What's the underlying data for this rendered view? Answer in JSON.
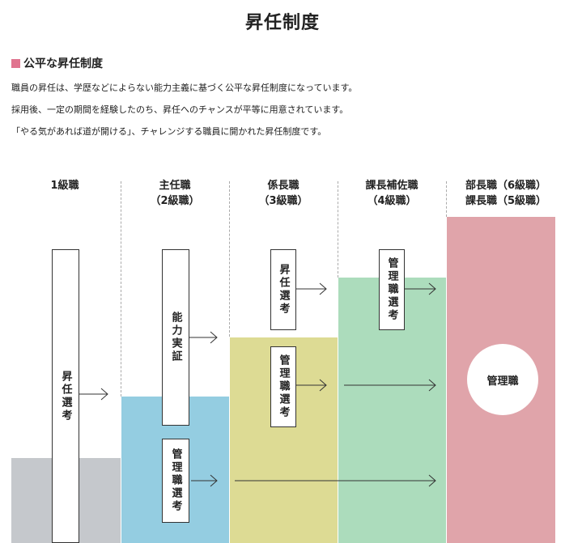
{
  "title": "昇任制度",
  "section": {
    "heading": "公平な昇任制度",
    "marker_color": "#e0748f",
    "paragraphs": [
      "職員の昇任は、学歴などによらない能力主義に基づく公平な昇任制度になっています。",
      "採用後、一定の期間を経験したのち、昇任へのチャンスが平等に用意されています。",
      "「やる気があれば道が開ける」、チャレンジする職員に開かれた昇任制度です。"
    ]
  },
  "diagram": {
    "columns": [
      {
        "line1": "1級職",
        "line2": ""
      },
      {
        "line1": "主任職",
        "line2": "（2級職）"
      },
      {
        "line1": "係長職",
        "line2": "（3級職）"
      },
      {
        "line1": "課長補佐職",
        "line2": "（4級職）"
      },
      {
        "line1": "部長職（6級職）",
        "line2": "課長職（5級職）"
      }
    ],
    "colors": {
      "grade1": "#c5c8cc",
      "grade2": "#94cde1",
      "grade3": "#dddb94",
      "grade4": "#acdcbc",
      "grade5": "#e0a4aa"
    },
    "boxes": {
      "promotion_exam_1": "昇任選考",
      "ability_proof": "能力実証",
      "promotion_exam_3": "昇任選考",
      "mgmt_exam_2": "管理職選考",
      "mgmt_exam_3": "管理職選考",
      "mgmt_exam_4": "管理職選考"
    },
    "management_label": "管理職"
  }
}
